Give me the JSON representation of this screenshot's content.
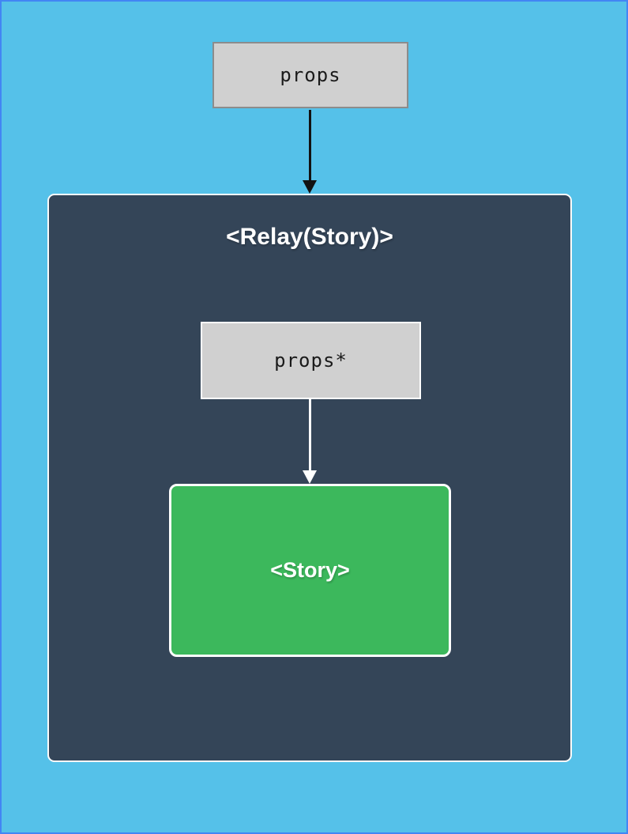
{
  "diagram": {
    "outer_input": {
      "label": "props"
    },
    "container": {
      "title": "<Relay(Story)>"
    },
    "inner_input": {
      "label": "props*"
    },
    "child": {
      "label": "<Story>"
    },
    "arrows": [
      {
        "name": "props-to-relay-container",
        "color": "#121212"
      },
      {
        "name": "props-star-to-story",
        "color": "#ffffff"
      }
    ]
  },
  "colors": {
    "canvas_bg": "#55c1e9",
    "canvas_border": "#4285f4",
    "relay_container_bg": "#344558",
    "relay_container_border": "#fbfbfb",
    "props_box_bg": "#d0d0d0",
    "props_box_border": "#8c8c8c",
    "inner_props_box_border": "#ffffff",
    "story_box_bg": "#3cb85c",
    "story_box_border": "#ffffff",
    "arrow_top_color": "#121212",
    "arrow_inner_color": "#ffffff",
    "label_text": "#1a1a1a",
    "title_text": "#ffffff"
  }
}
